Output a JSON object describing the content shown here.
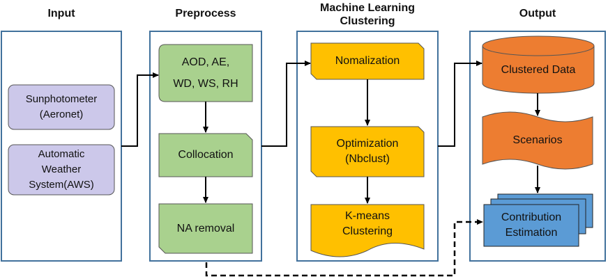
{
  "headings": {
    "input": "Input",
    "preprocess": "Preprocess",
    "ml_line1": "Machine Learning",
    "ml_line2": "Clustering",
    "output": "Output"
  },
  "input_nodes": {
    "sunphotometer": "Sunphotometer\n(Aeronet)",
    "aws": "Automatic\nWeather\nSystem(AWS)"
  },
  "preprocess_nodes": {
    "variables": "AOD, AE,\nWD, WS, RH",
    "collocation": "Collocation",
    "na_removal": "NA removal"
  },
  "ml_nodes": {
    "normalization": "Nomalization",
    "optimization": "Optimization\n(Nbclust)",
    "kmeans": "K-means\nClustering"
  },
  "output_nodes": {
    "clustered_data": "Clustered Data",
    "scenarios": "Scenarios",
    "contribution": "Contribution\nEstimation"
  },
  "colors": {
    "panel_border": "#41719c",
    "input_fill": "#ccc8ea",
    "preprocess_fill": "#a9d18e",
    "ml_fill": "#ffc000",
    "output_orange": "#ed7d31",
    "output_blue": "#5b9bd5",
    "arrow": "#000000"
  }
}
